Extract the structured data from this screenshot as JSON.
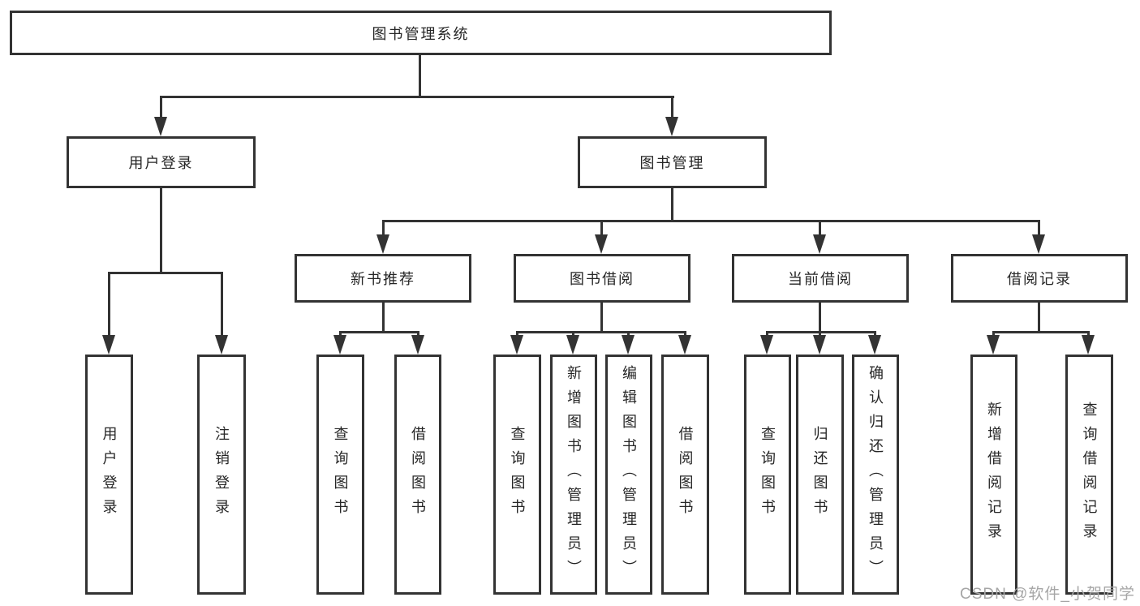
{
  "tree": {
    "root": {
      "label": "图书管理系统",
      "children": [
        {
          "label": "用户登录",
          "children": [
            {
              "label": "用户登录"
            },
            {
              "label": "注销登录"
            }
          ]
        },
        {
          "label": "图书管理",
          "children": [
            {
              "label": "新书推荐",
              "children": [
                {
                  "label": "查询图书"
                },
                {
                  "label": "借阅图书"
                }
              ]
            },
            {
              "label": "图书借阅",
              "children": [
                {
                  "label": "查询图书"
                },
                {
                  "label": "新增图书（管理员）"
                },
                {
                  "label": "编辑图书（管理员）"
                },
                {
                  "label": "借阅图书"
                }
              ]
            },
            {
              "label": "当前借阅",
              "children": [
                {
                  "label": "查询图书"
                },
                {
                  "label": "归还图书"
                },
                {
                  "label": "确认归还（管理员）"
                }
              ]
            },
            {
              "label": "借阅记录",
              "children": [
                {
                  "label": "新增借阅记录"
                },
                {
                  "label": "查询借阅记录"
                }
              ]
            }
          ]
        }
      ]
    }
  },
  "watermark": {
    "text": "CSDN @软件_小贺同学"
  },
  "colors": {
    "line": "#333333",
    "box_border": "#333333",
    "box_fill": "#ffffff",
    "text": "#262626",
    "watermark": "#a6a6a6"
  }
}
